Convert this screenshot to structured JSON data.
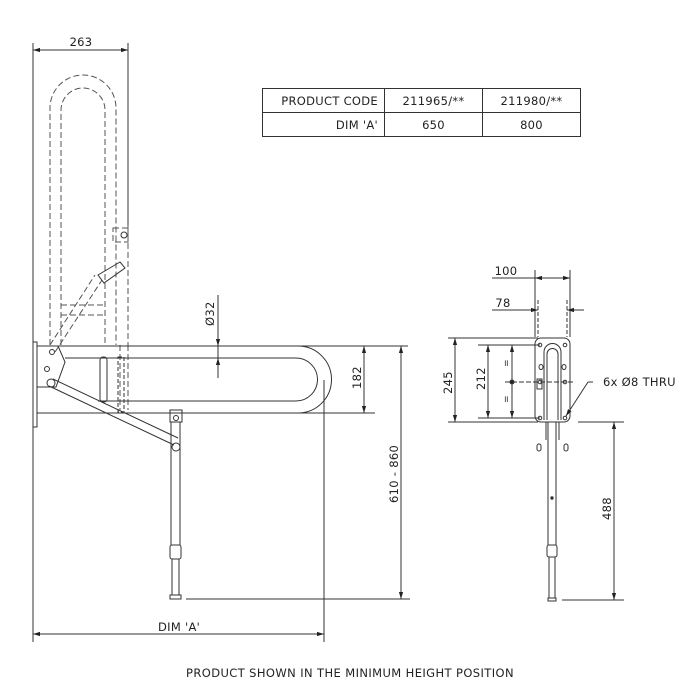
{
  "table": {
    "header_label": "PRODUCT CODE",
    "row_label": "DIM 'A'",
    "columns": [
      {
        "code": "211965/**",
        "dim_a": "650"
      },
      {
        "code": "211980/**",
        "dim_a": "800"
      }
    ]
  },
  "side_view": {
    "width_raised": "263",
    "tube_diameter": "Ø32",
    "rail_height": "182",
    "height_range": "610 - 860",
    "dim_a_label": "DIM 'A'"
  },
  "front_view": {
    "plate_width": "100",
    "hole_spacing_width": "78",
    "plate_height": "245",
    "hole_spacing_height": "212",
    "equal_mark": "=",
    "hole_callout": "6x Ø8 THRU",
    "leg_height": "488"
  },
  "footer": {
    "note": "PRODUCT SHOWN IN THE MINIMUM HEIGHT POSITION"
  },
  "colors": {
    "line": "#333333",
    "background": "#ffffff"
  }
}
